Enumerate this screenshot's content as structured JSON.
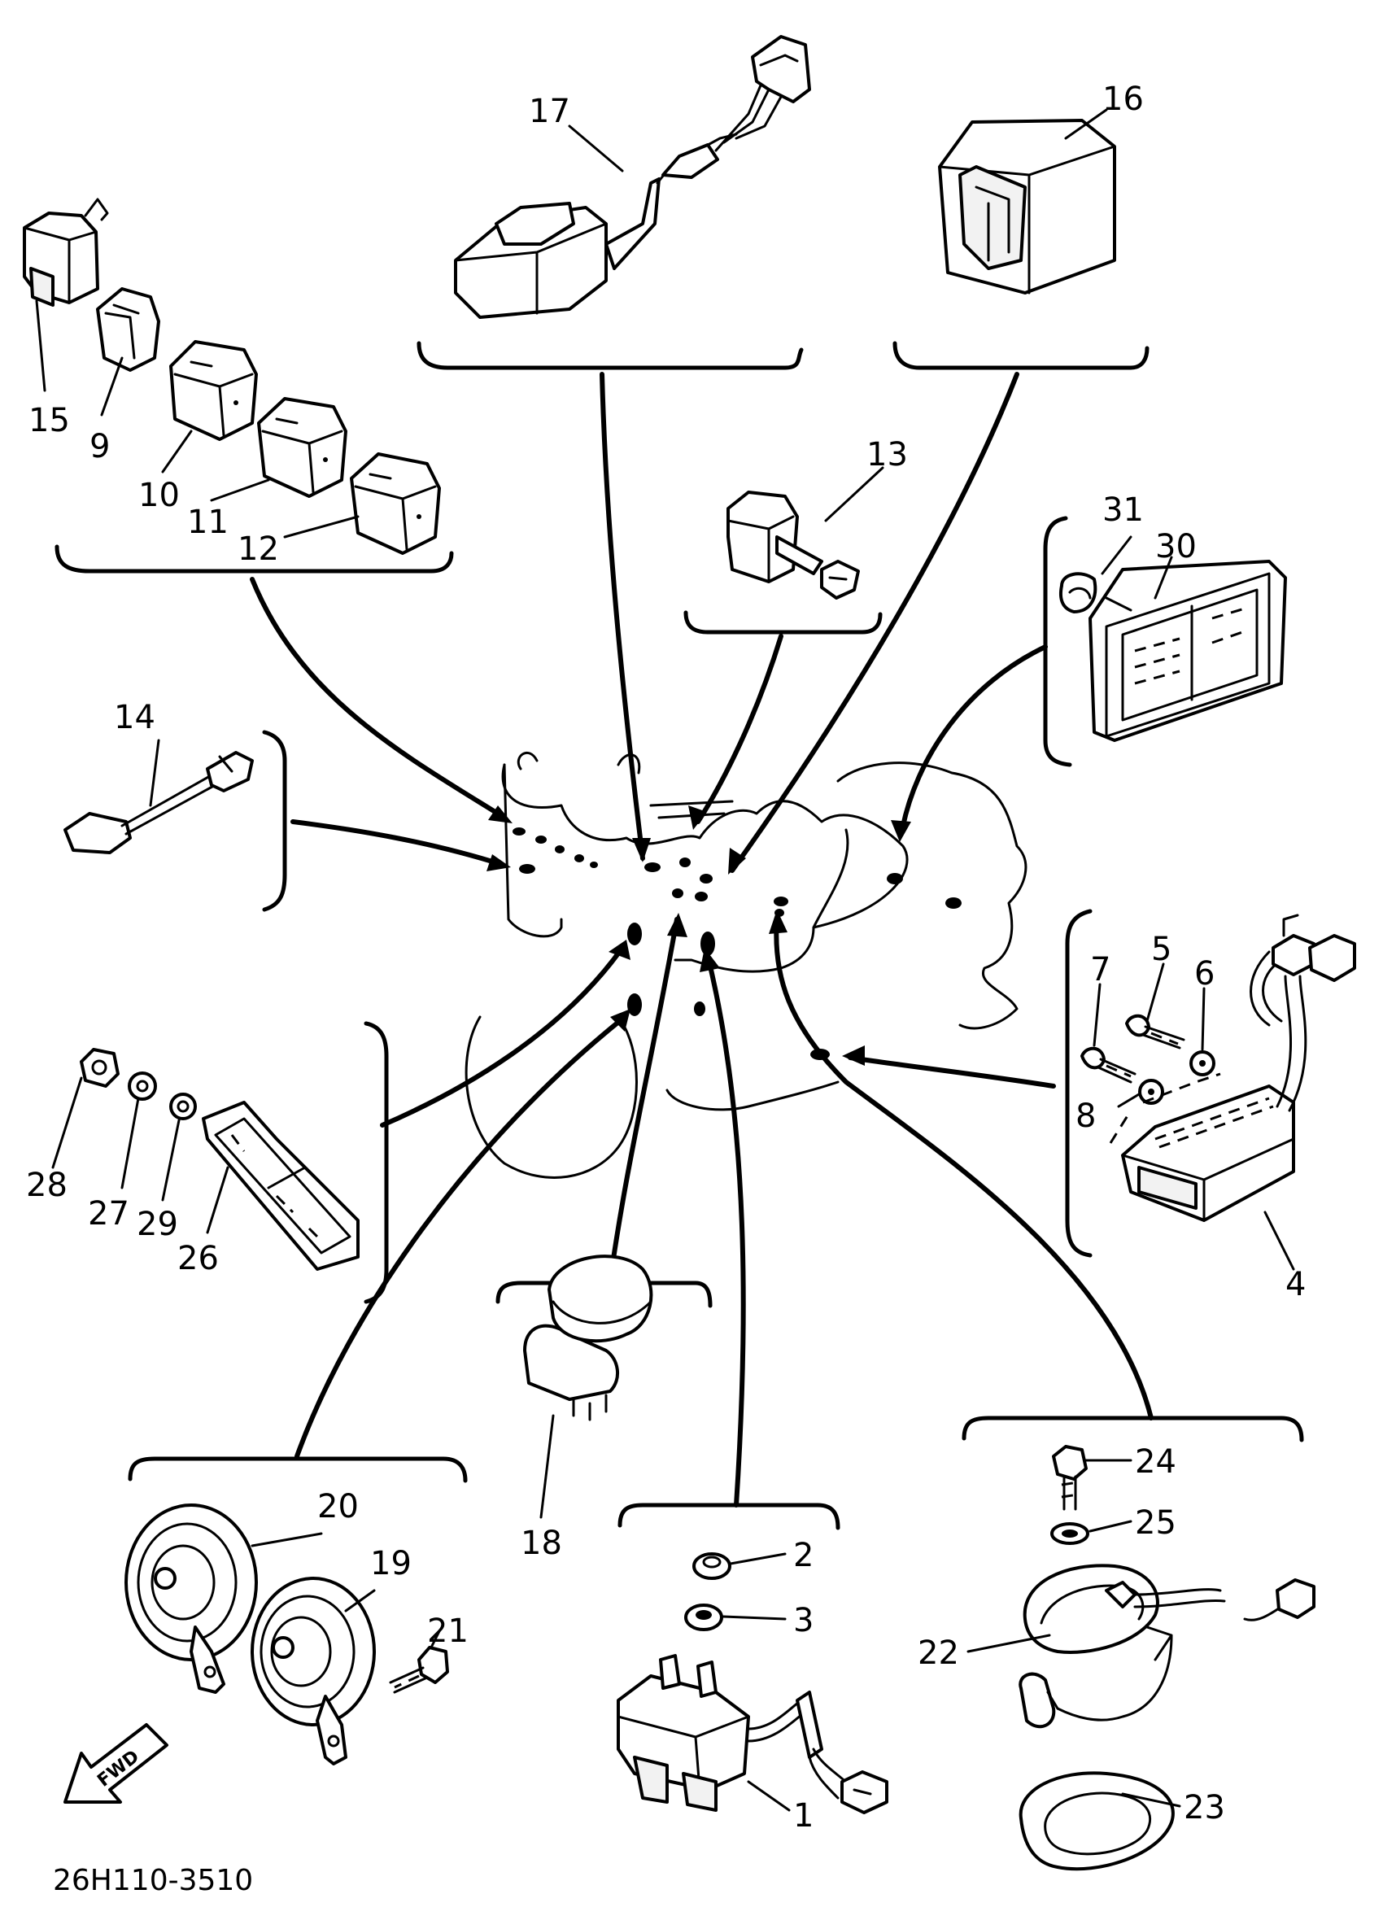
{
  "callouts": [
    {
      "id": "c1",
      "text": "1"
    },
    {
      "id": "c2",
      "text": "2"
    },
    {
      "id": "c3",
      "text": "3"
    },
    {
      "id": "c4",
      "text": "4"
    },
    {
      "id": "c5",
      "text": "5"
    },
    {
      "id": "c6",
      "text": "6"
    },
    {
      "id": "c7",
      "text": "7"
    },
    {
      "id": "c8",
      "text": "8"
    },
    {
      "id": "c9",
      "text": "9"
    },
    {
      "id": "c10",
      "text": "10"
    },
    {
      "id": "c11",
      "text": "11"
    },
    {
      "id": "c12",
      "text": "12"
    },
    {
      "id": "c13",
      "text": "13"
    },
    {
      "id": "c14",
      "text": "14"
    },
    {
      "id": "c15",
      "text": "15"
    },
    {
      "id": "c16",
      "text": "16"
    },
    {
      "id": "c17",
      "text": "17"
    },
    {
      "id": "c18",
      "text": "18"
    },
    {
      "id": "c19",
      "text": "19"
    },
    {
      "id": "c20",
      "text": "20"
    },
    {
      "id": "c21",
      "text": "21"
    },
    {
      "id": "c22",
      "text": "22"
    },
    {
      "id": "c23",
      "text": "23"
    },
    {
      "id": "c24",
      "text": "24"
    },
    {
      "id": "c25",
      "text": "25"
    },
    {
      "id": "c26",
      "text": "26"
    },
    {
      "id": "c27",
      "text": "27"
    },
    {
      "id": "c28",
      "text": "28"
    },
    {
      "id": "c29",
      "text": "29"
    },
    {
      "id": "c30",
      "text": "30"
    },
    {
      "id": "c31",
      "text": "31"
    }
  ],
  "direction_badge": "FWD",
  "drawing_code": "26H110-3510",
  "icons": [
    "fwd-arrow-icon"
  ]
}
